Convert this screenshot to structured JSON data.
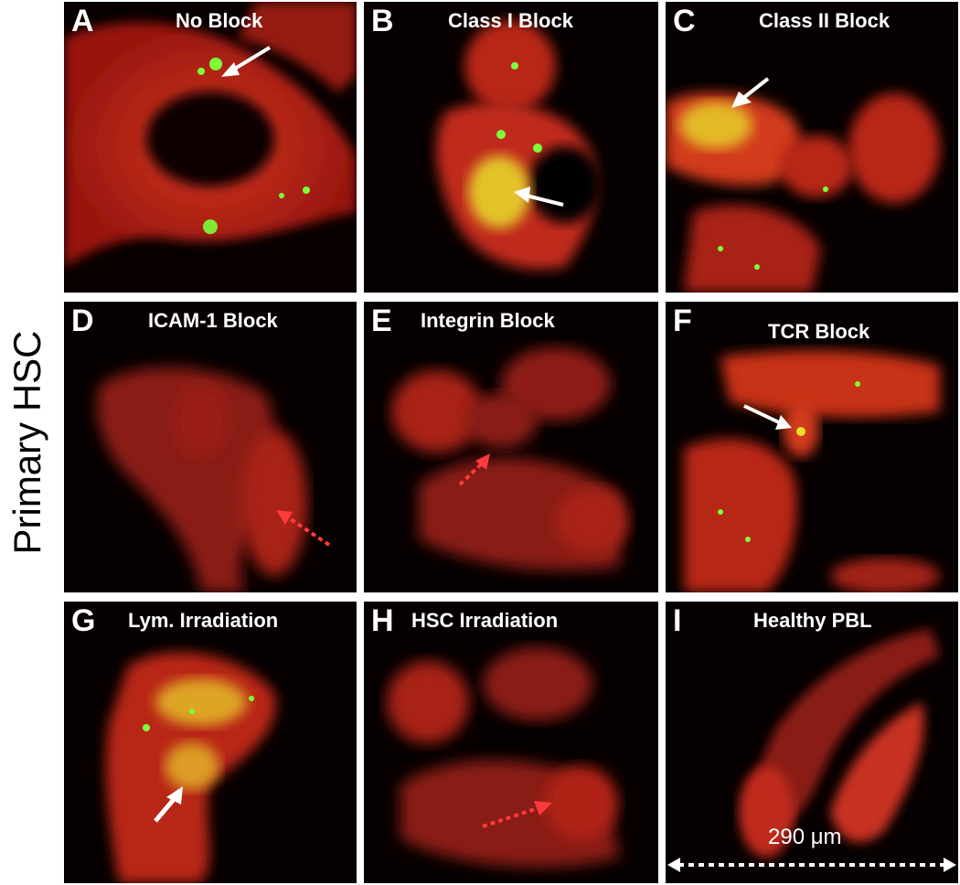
{
  "figure": {
    "side_label": "Primary HSC",
    "panels": [
      {
        "letter": "A",
        "title": "No Block"
      },
      {
        "letter": "B",
        "title": "Class I Block"
      },
      {
        "letter": "C",
        "title": "Class II Block"
      },
      {
        "letter": "D",
        "title": "ICAM-1 Block"
      },
      {
        "letter": "E",
        "title": "Integrin Block"
      },
      {
        "letter": "F",
        "title": "TCR Block"
      },
      {
        "letter": "G",
        "title": "Lym. Irradiation"
      },
      {
        "letter": "H",
        "title": "HSC Irradiation"
      },
      {
        "letter": "I",
        "title": "Healthy PBL"
      }
    ],
    "scale_bar": "290 μm"
  },
  "colors": {
    "background": "#050000",
    "cell_red": "#c8281e",
    "green_signal": "#7cff3a",
    "yellow_signal": "#e8d82a",
    "arrow_white": "#ffffff",
    "arrow_red_dotted": "#ff3a3a"
  }
}
